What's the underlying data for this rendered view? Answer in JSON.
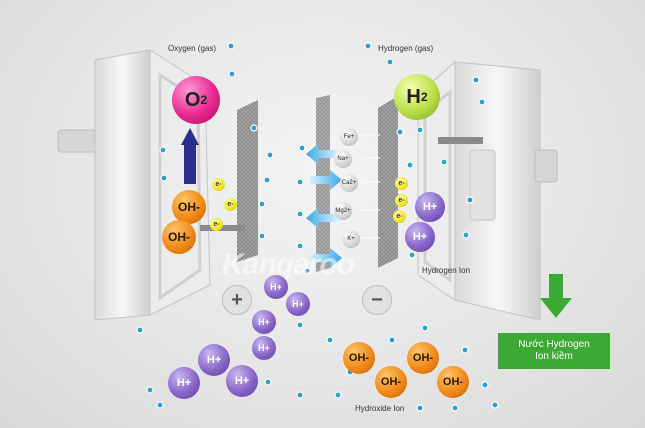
{
  "labels": {
    "oxygen_gas": "Oxygen (gas)",
    "hydrogen_gas": "Hydrogen (gas)",
    "hydrogen_ion": "Hydrogen Ion",
    "hydroxide_ion": "Hydroxide Ion"
  },
  "molecules": {
    "o2": "O",
    "o2_sub": "2",
    "h2": "H",
    "h2_sub": "2"
  },
  "ions": {
    "oh": "OH-",
    "hplus": "H+",
    "electron": "e-"
  },
  "minerals": [
    "Fe+",
    "Na+",
    "Ca2+",
    "Mg2+",
    "K+"
  ],
  "electrodes": {
    "anode_sign": "+",
    "cathode_sign": "−"
  },
  "result": {
    "line1": "Nước Hydrogen",
    "line2": "Ion kiềm"
  },
  "brand": {
    "watermark": "Kangaroo"
  },
  "colors": {
    "oxygen": "#e8288e",
    "hydrogen": "#b8e046",
    "oh": "#f08a18",
    "hplus": "#8766c8",
    "arrow": "#3aaa35",
    "bubble": "#2a9fd8"
  }
}
